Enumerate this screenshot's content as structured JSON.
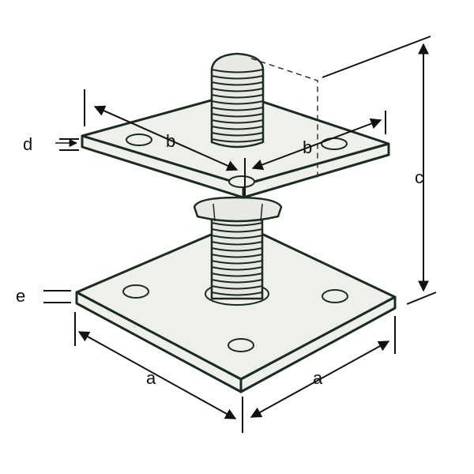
{
  "diagram": {
    "labels": {
      "a_left": "a",
      "a_right": "a",
      "b_left": "b",
      "b_right": "b",
      "c": "c",
      "d": "d",
      "e": "e"
    },
    "colors": {
      "line": "#1b2b22",
      "plate": "#eef1e9",
      "bolt": "#e6eae2"
    }
  }
}
